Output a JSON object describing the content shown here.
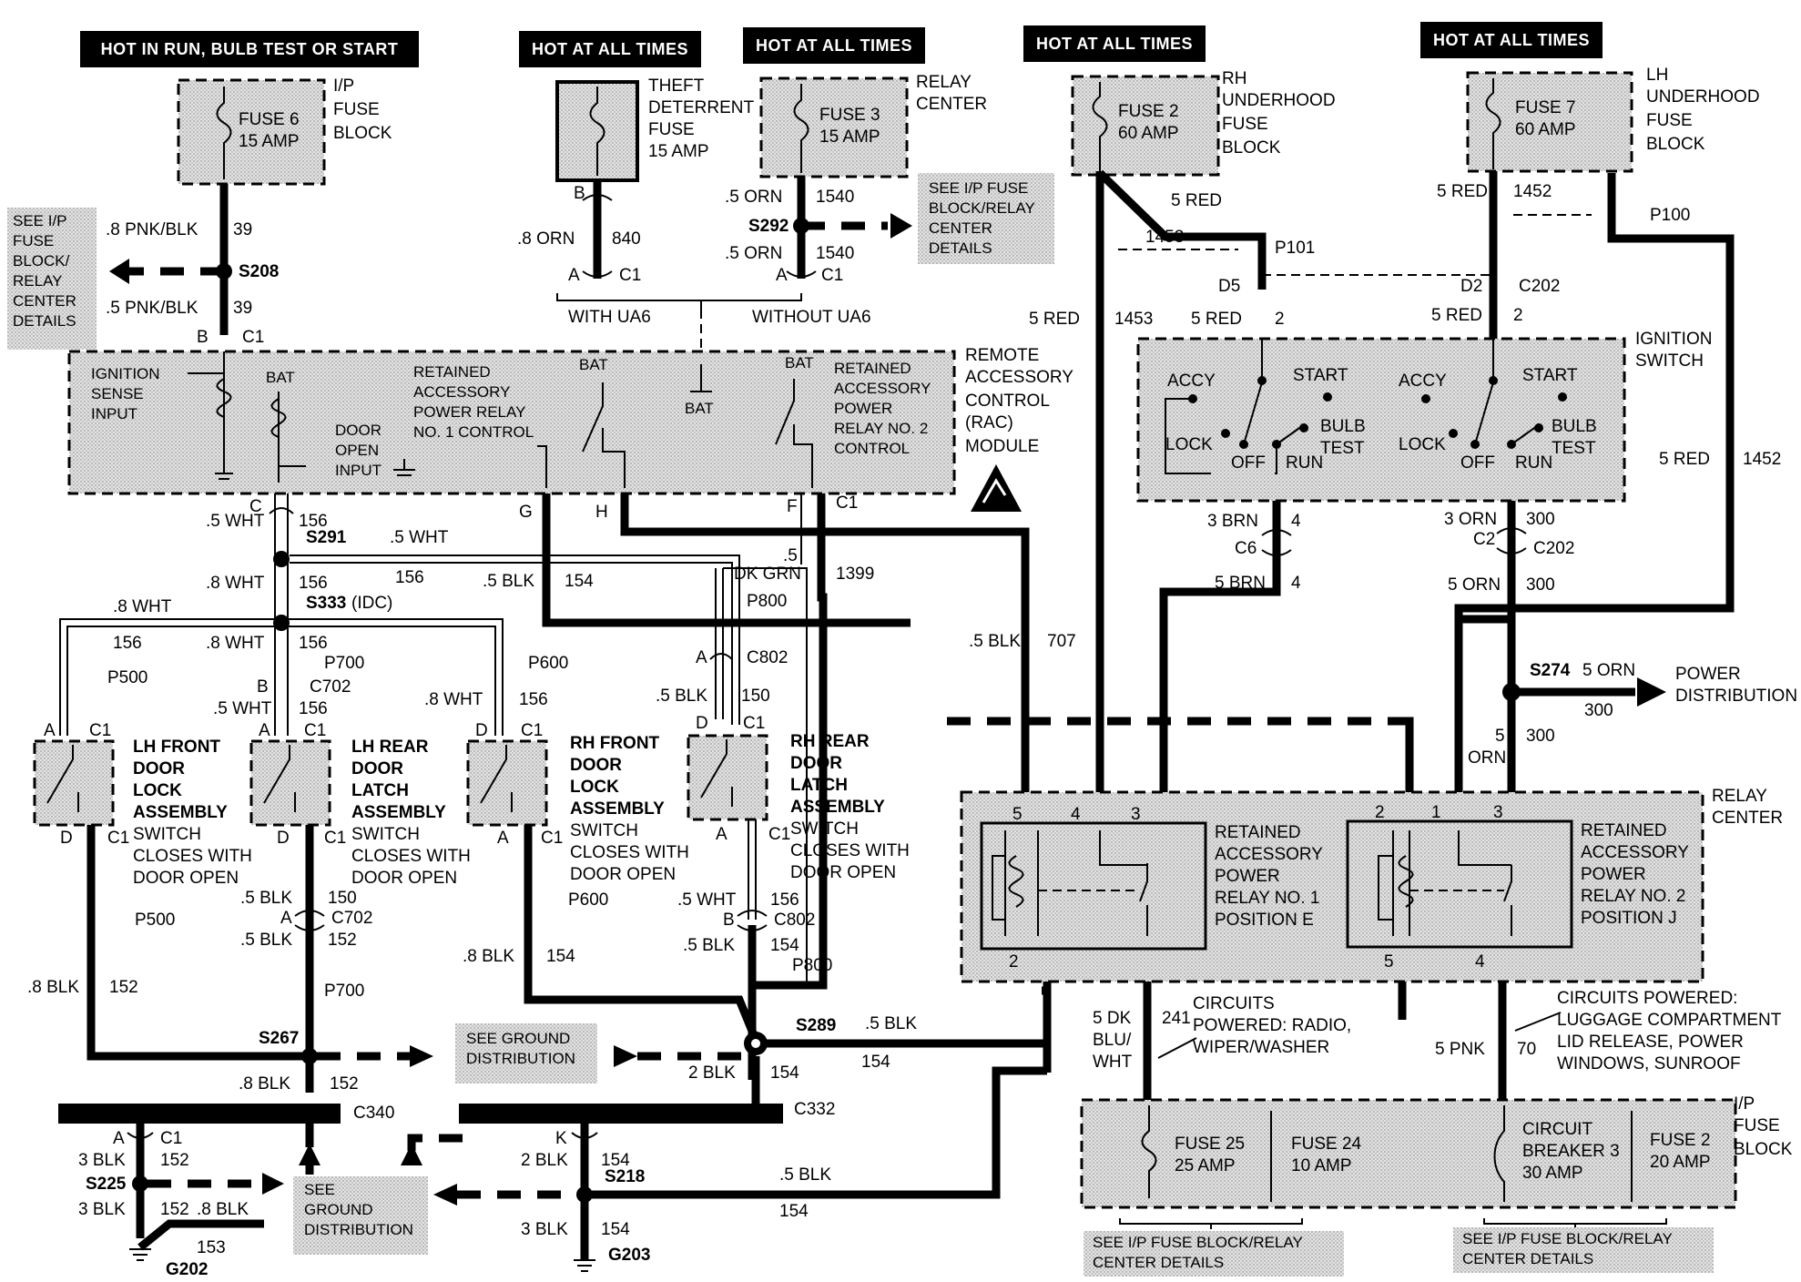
{
  "headers": {
    "hot_run": "HOT IN RUN, BULB TEST OR START",
    "hot1": "HOT AT ALL TIMES",
    "hot2": "HOT AT ALL TIMES",
    "hot3": "HOT AT ALL TIMES",
    "hot4": "HOT AT ALL TIMES"
  },
  "fuses": {
    "fuse6": [
      "FUSE 6",
      "15 AMP"
    ],
    "ip_fuse_block": [
      "I/P",
      "FUSE",
      "BLOCK"
    ],
    "theft": [
      "THEFT",
      "DETERRENT",
      "FUSE",
      "15 AMP"
    ],
    "fuse3": [
      "FUSE 3",
      "15 AMP"
    ],
    "relay_center_top": [
      "RELAY",
      "CENTER"
    ],
    "fuse2_rh": [
      "FUSE 2",
      "60 AMP"
    ],
    "rh_underhood": [
      "RH",
      "UNDERHOOD",
      "FUSE",
      "BLOCK"
    ],
    "fuse7": [
      "FUSE 7",
      "60 AMP"
    ],
    "lh_underhood": [
      "LH",
      "UNDERHOOD",
      "FUSE",
      "BLOCK"
    ],
    "fuse25": [
      "FUSE 25",
      "25 AMP"
    ],
    "fuse24": [
      "FUSE 24",
      "10 AMP"
    ],
    "cb3": [
      "CIRCUIT",
      "BREAKER 3",
      "30 AMP"
    ],
    "fuse2_ip": [
      "FUSE 2",
      "20 AMP"
    ],
    "ip_fuse_block_bottom": [
      "I/P",
      "FUSE",
      "BLOCK"
    ]
  },
  "notes": {
    "see_ip_left": [
      "SEE I/P",
      "FUSE",
      "BLOCK/",
      "RELAY",
      "CENTER",
      "DETAILS"
    ],
    "see_ip_top": [
      "SEE I/P FUSE",
      "BLOCK/RELAY",
      "CENTER",
      "DETAILS"
    ],
    "see_ground_mid": [
      "SEE GROUND",
      "DISTRIBUTION"
    ],
    "see_ground_low": [
      "SEE",
      "GROUND",
      "DISTRIBUTION"
    ],
    "see_ip_bottom1": [
      "SEE I/P FUSE BLOCK/RELAY",
      "CENTER DETAILS"
    ],
    "see_ip_bottom2": [
      "SEE I/P FUSE BLOCK/RELAY",
      "CENTER DETAILS"
    ],
    "with_ua6": "WITH UA6",
    "without_ua6": "WITHOUT UA6",
    "power_distribution": [
      "POWER",
      "DISTRIBUTION"
    ],
    "circuits_radio": [
      "CIRCUITS",
      "POWERED: RADIO,",
      "WIPER/WASHER"
    ],
    "circuits_lugg": [
      "CIRCUITS POWERED:",
      "LUGGAGE COMPARTMENT",
      "LID RELEASE, POWER",
      "WINDOWS, SUNROOF"
    ]
  },
  "rac": {
    "title": [
      "REMOTE",
      "ACCESSORY",
      "CONTROL",
      "(RAC)",
      "MODULE"
    ],
    "ignition_sense": [
      "IGNITION",
      "SENSE",
      "INPUT"
    ],
    "bat1": "BAT",
    "door_open": [
      "DOOR",
      "OPEN",
      "INPUT"
    ],
    "retained1": [
      "RETAINED",
      "ACCESSORY",
      "POWER RELAY",
      "NO. 1 CONTROL"
    ],
    "bat2": "BAT",
    "bat3": "BAT",
    "bat4": "BAT",
    "retained2": [
      "RETAINED",
      "ACCESSORY",
      "POWER",
      "RELAY NO. 2",
      "CONTROL"
    ]
  },
  "ignition": {
    "title": [
      "IGNITION",
      "SWITCH"
    ],
    "accy": "ACCY",
    "start": "START",
    "lock": "LOCK",
    "off": "OFF",
    "run": "RUN",
    "bulb_test": [
      "BULB",
      "TEST"
    ]
  },
  "switches": {
    "lh_front": [
      "LH FRONT",
      "DOOR",
      "LOCK",
      "ASSEMBLY",
      "SWITCH",
      "CLOSES WITH",
      "DOOR OPEN"
    ],
    "lh_rear": [
      "LH REAR",
      "DOOR",
      "LATCH",
      "ASSEMBLY",
      "SWITCH",
      "CLOSES WITH",
      "DOOR OPEN"
    ],
    "rh_front": [
      "RH FRONT",
      "DOOR",
      "LOCK",
      "ASSEMBLY",
      "SWITCH",
      "CLOSES WITH",
      "DOOR OPEN"
    ],
    "rh_rear": [
      "RH REAR",
      "DOOR",
      "LATCH",
      "ASSEMBLY",
      "SWITCH",
      "CLOSES WITH",
      "DOOR OPEN"
    ]
  },
  "relay_center": {
    "title": [
      "RELAY",
      "CENTER"
    ],
    "relay1": [
      "RETAINED",
      "ACCESSORY",
      "POWER",
      "RELAY NO. 1",
      "POSITION E"
    ],
    "relay2": [
      "RETAINED",
      "ACCESSORY",
      "POWER",
      "RELAY NO. 2",
      "POSITION J"
    ]
  },
  "wire_labels": {
    "w39a": ".8 PNK/BLK",
    "n39a": "39",
    "s208": "S208",
    "w39b": ".5 PNK/BLK",
    "n39b": "39",
    "w840": ".8 ORN",
    "n840": "840",
    "w1540a": ".5 ORN",
    "n1540a": "1540",
    "s292": "S292",
    "w1540b": ".5 ORN",
    "n1540b": "1540",
    "w5red_a": "5 RED",
    "n1453_top": "1453",
    "p101": "P101",
    "w5red_b": "5 RED",
    "n1452_top": "1452",
    "p100": "P100",
    "c202a": "C202",
    "w5red_c": "5 RED",
    "n1453": "1453",
    "w5red_d": "5 RED",
    "n2a": "2",
    "w5red_e": "5 RED",
    "n2b": "2",
    "w5red_f": "5 RED",
    "n1452": "1452",
    "w3brn": "3 BRN",
    "n4a": "4",
    "w3orn": "3 ORN",
    "n300a": "300",
    "c202b": "C202",
    "w5brn": "5 BRN",
    "n4b": "4",
    "w5orn": "5 ORN",
    "n300b": "300",
    "s274": "S274",
    "w5orn_pd": "5 ORN",
    "n300c": "300",
    "w5orn_v": "5",
    "orn": "ORN",
    "n300d": "300",
    "w5whtC": ".5 WHT",
    "n156a": "156",
    "s291": "S291",
    "w5wht_h": ".5 WHT",
    "n156b": "156",
    "w8wht": ".8 WHT",
    "n156c": "156",
    "s333": "S333",
    "idc": "(IDC)",
    "w5blk_g": ".5 BLK",
    "n154g": "154",
    "dkgrn": "DK GRN",
    "w5_dk": ".5",
    "n1399": "1399",
    "p800a": "P800",
    "w8wht_left": ".8 WHT",
    "n156d": "156",
    "w8wht_c": ".8 WHT",
    "n156e": "156",
    "p700a": "P700",
    "c702a": "C702",
    "w5wht_c": ".5 WHT",
    "n156f": "156",
    "p600a": "P600",
    "w8wht_d": ".8 WHT",
    "n156g": "156",
    "p500a": "P500",
    "c802a": "C802",
    "w5blk_150": ".5 BLK",
    "n150a": "150",
    "w5blk_707": ".5 BLK",
    "n707": "707",
    "p500b": "P500",
    "p600b": "P600",
    "w5blk_lr": ".5 BLK",
    "n150b": "150",
    "c702b": "C702",
    "w5blk_lr2": ".5 BLK",
    "n152a": "152",
    "w5wht_rr": ".5 WHT",
    "n156h": "156",
    "c802b": "C802",
    "w5blk_rr": ".5 BLK",
    "n154a": "154",
    "p800b": "P800",
    "w8blk_rf": ".8 BLK",
    "n154b": "154",
    "w8blk_lf": ".8 BLK",
    "n152b": "152",
    "p700b": "P700",
    "s267": "S267",
    "s289": "S289",
    "w5blk_289": ".5 BLK",
    "n154c": "154",
    "w8blk_s267": ".8 BLK",
    "n152c": "152",
    "c340": "C340",
    "c332": "C332",
    "w2blk": "2 BLK",
    "n154d": "154",
    "w3blk_a": "3 BLK",
    "n152d": "152",
    "s225": "S225",
    "w3blk_b": "3 BLK",
    "n152e": "152",
    "w8blk_b": ".8 BLK",
    "n153": "153",
    "g202": "G202",
    "w2blk_k": "2 BLK",
    "n154e": "154",
    "s218": "S218",
    "w5blk_218": ".5 BLK",
    "n154f": "154",
    "w3blk_c": "3 BLK",
    "n154g2": "154",
    "g203": "G203",
    "w5dkblu": [
      "5 DK",
      "BLU/",
      "WHT"
    ],
    "n241": "241",
    "w5pnk": "5 PNK",
    "n70": "70"
  },
  "connectors": {
    "B": "B",
    "C1": "C1",
    "A": "A",
    "C": "C",
    "G": "G",
    "H": "H",
    "F": "F",
    "D": "D",
    "K": "K",
    "D5": "D5",
    "D2": "D2",
    "C6": "C6",
    "C2": "C2",
    "p1": "1",
    "p2": "2",
    "p3": "3",
    "p4": "4",
    "p5": "5"
  }
}
